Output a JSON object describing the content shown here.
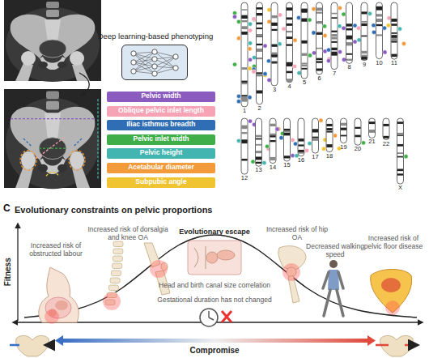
{
  "diagram": {
    "title": "Evolutionary constraints on pelvic proportions",
    "nodes": [
      {
        "text": [
          "Deep learning-based phenotyping"
        ]
      }
    ],
    "labels": [
      "C",
      "Fitness",
      "Increased risk of obstructed labour",
      "Increased risk of dorsalgia and knee OA",
      "Evolutionary escape",
      "Head and birth canal size correlation",
      "Gestational duration has not changed",
      "Increased risk of hip OA",
      "Decreased walking speed",
      "Increased risk of pelvic floor disease",
      "Compromise",
      "1",
      "2",
      "3",
      "4",
      "5",
      "6",
      "7",
      "8",
      "9",
      "10",
      "11",
      "12",
      "13",
      "14",
      "15",
      "16",
      "17",
      "18",
      "19",
      "20",
      "21",
      "22",
      "X"
    ],
    "legend": [
      {
        "text": "Pelvic width",
        "color": "#8c5bbf"
      },
      {
        "text": "Oblique pelvic inlet length",
        "color": "#f5a3b5"
      },
      {
        "text": "Iliac isthmus breadth",
        "color": "#2f6db5"
      },
      {
        "text": "Pelvic inlet width",
        "color": "#3fae49"
      },
      {
        "text": "Pelvic height",
        "color": "#43b5b0"
      },
      {
        "text": "Acetabular diameter",
        "color": "#f39a3a"
      },
      {
        "text": "Subpubic angle",
        "color": "#f0c330"
      }
    ]
  }
}
